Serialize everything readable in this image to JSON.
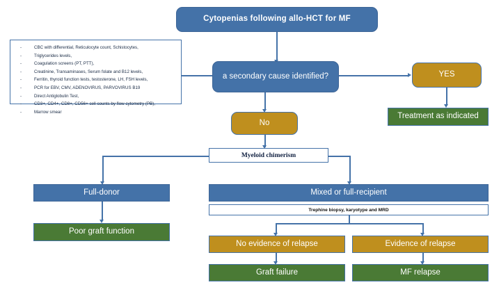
{
  "diagram": {
    "title": "Cytopenias following allo-HCT for MF",
    "colors": {
      "blue": "#4472A8",
      "gold": "#BF8F1E",
      "green": "#4A7A35",
      "white": "#FFFFFF",
      "border_blue": "#4472A8"
    },
    "workup_list": {
      "items": [
        "CBC with differential, Reticulocyte count, Schistocytes,",
        "Triglycerides levels,",
        "Coagulation screens (PT, PTT),",
        "Creatinine, Transaminases, Serum folate and B12 levels,",
        "Ferritin, thyroid function tests, testosterone, LH, FSH levels,",
        "PCR for EBV, CMV, ADENOVIRUS, PARVOVIRUS B19",
        "Direct Antiglobulin Test,",
        "CD3+, CD4+, CD8+, CD56+ cell counts by flow cytometry (PB),",
        "Marrow smear"
      ]
    },
    "nodes": {
      "root": "Cytopenias following allo-HCT for MF",
      "decision": "a secondary cause identified?",
      "yes": "YES",
      "treatment": "Treatment as indicated",
      "no": "No",
      "chimerism": "Myeloid chimerism",
      "full_donor": "Full-donor",
      "poor_graft": "Poor graft function",
      "mixed_recipient": "Mixed or full-recipient",
      "trephine": "Trephine biopsy, karyotype and MRD",
      "no_relapse": "No evidence of relapse",
      "relapse": "Evidence of relapse",
      "graft_failure": "Graft failure",
      "mf_relapse": "MF relapse"
    }
  }
}
